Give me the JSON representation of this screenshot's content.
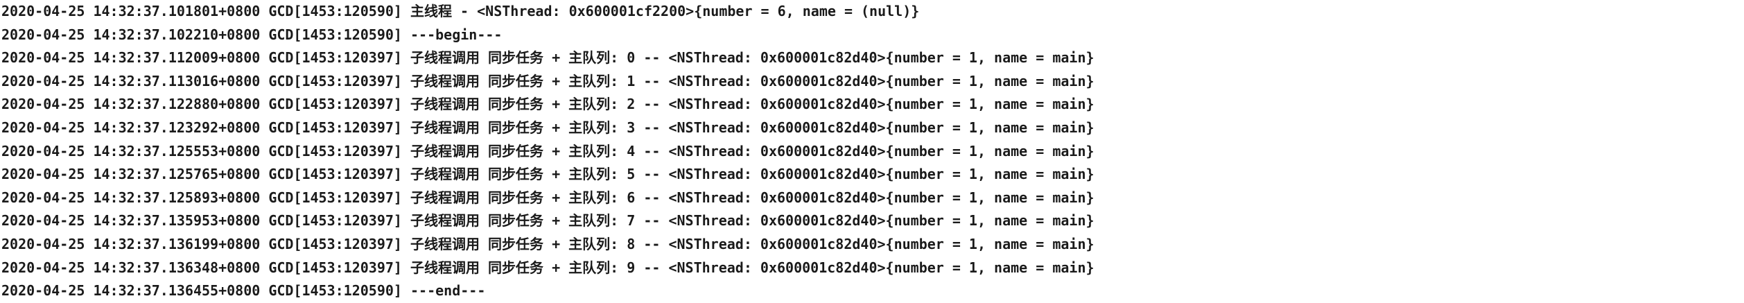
{
  "console": {
    "lines": [
      "2020-04-25 14:32:37.101801+0800 GCD[1453:120590] 主线程 - <NSThread: 0x600001cf2200>{number = 6, name = (null)}",
      "2020-04-25 14:32:37.102210+0800 GCD[1453:120590] ---begin---",
      "2020-04-25 14:32:37.112009+0800 GCD[1453:120397] 子线程调用 同步任务 + 主队列: 0 -- <NSThread: 0x600001c82d40>{number = 1, name = main}",
      "2020-04-25 14:32:37.113016+0800 GCD[1453:120397] 子线程调用 同步任务 + 主队列: 1 -- <NSThread: 0x600001c82d40>{number = 1, name = main}",
      "2020-04-25 14:32:37.122880+0800 GCD[1453:120397] 子线程调用 同步任务 + 主队列: 2 -- <NSThread: 0x600001c82d40>{number = 1, name = main}",
      "2020-04-25 14:32:37.123292+0800 GCD[1453:120397] 子线程调用 同步任务 + 主队列: 3 -- <NSThread: 0x600001c82d40>{number = 1, name = main}",
      "2020-04-25 14:32:37.125553+0800 GCD[1453:120397] 子线程调用 同步任务 + 主队列: 4 -- <NSThread: 0x600001c82d40>{number = 1, name = main}",
      "2020-04-25 14:32:37.125765+0800 GCD[1453:120397] 子线程调用 同步任务 + 主队列: 5 -- <NSThread: 0x600001c82d40>{number = 1, name = main}",
      "2020-04-25 14:32:37.125893+0800 GCD[1453:120397] 子线程调用 同步任务 + 主队列: 6 -- <NSThread: 0x600001c82d40>{number = 1, name = main}",
      "2020-04-25 14:32:37.135953+0800 GCD[1453:120397] 子线程调用 同步任务 + 主队列: 7 -- <NSThread: 0x600001c82d40>{number = 1, name = main}",
      "2020-04-25 14:32:37.136199+0800 GCD[1453:120397] 子线程调用 同步任务 + 主队列: 8 -- <NSThread: 0x600001c82d40>{number = 1, name = main}",
      "2020-04-25 14:32:37.136348+0800 GCD[1453:120397] 子线程调用 同步任务 + 主队列: 9 -- <NSThread: 0x600001c82d40>{number = 1, name = main}",
      "2020-04-25 14:32:37.136455+0800 GCD[1453:120590] ---end---"
    ]
  }
}
